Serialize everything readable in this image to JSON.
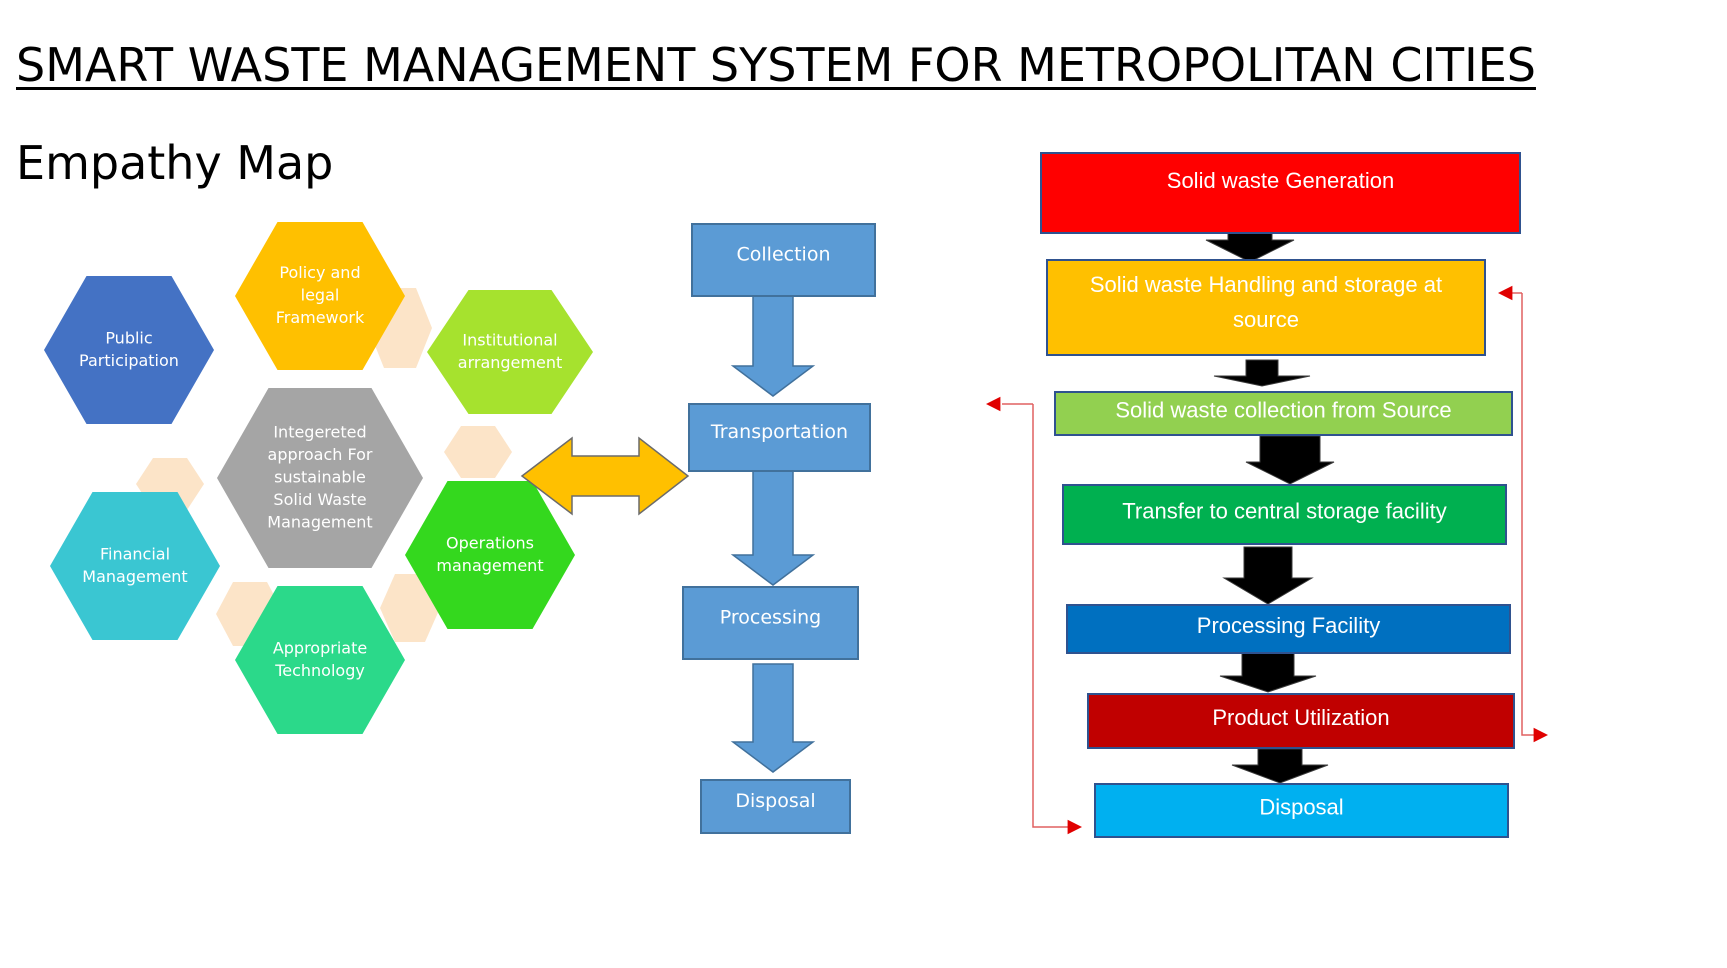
{
  "title": "SMART WASTE MANAGEMENT SYSTEM FOR METROPOLITAN CITIES",
  "subtitle": "Empathy Map",
  "hexagons": [
    {
      "name": "hex-public-participation",
      "lines": [
        "Public",
        "Participation"
      ],
      "color": "#4472C4"
    },
    {
      "name": "hex-policy-legal-framework",
      "lines": [
        "Policy and",
        "legal",
        "Framework"
      ],
      "color": "#FFC000"
    },
    {
      "name": "hex-institutional-arrangement",
      "lines": [
        "Institutional",
        "arrangement"
      ],
      "color": "#A6E22E"
    },
    {
      "name": "hex-integrated-approach",
      "lines": [
        "Integereted",
        "approach For",
        "sustainable",
        "Solid Waste",
        "Management"
      ],
      "color": "#A5A5A5"
    },
    {
      "name": "hex-financial-management",
      "lines": [
        "Financial",
        "Management"
      ],
      "color": "#3AC6D2"
    },
    {
      "name": "hex-operations-management",
      "lines": [
        "Operations",
        "management"
      ],
      "color": "#34D81E"
    },
    {
      "name": "hex-appropriate-technology",
      "lines": [
        "Appropriate",
        "Technology"
      ],
      "color": "#2BD98A"
    }
  ],
  "flow_left": {
    "color": "#5B9BD5",
    "steps": [
      "Collection",
      "Transportation",
      "Processing",
      "Disposal"
    ]
  },
  "flow_right": {
    "steps": [
      {
        "lines": [
          "Solid waste Generation"
        ],
        "color": "#FF0000"
      },
      {
        "lines": [
          "Solid waste Handling and storage at",
          "source"
        ],
        "color": "#FFC000"
      },
      {
        "lines": [
          "Solid waste collection from Source"
        ],
        "color": "#92D050"
      },
      {
        "lines": [
          "Transfer to central storage facility"
        ],
        "color": "#00B050"
      },
      {
        "lines": [
          "Processing Facility"
        ],
        "color": "#0070C0"
      },
      {
        "lines": [
          "Product Utilization"
        ],
        "color": "#C00000"
      },
      {
        "lines": [
          "Disposal"
        ],
        "color": "#00B0F0"
      }
    ]
  },
  "colors": {
    "link_arrow": "#FFC000",
    "feedback_line": "#E06060",
    "down_arrow": "#000000"
  }
}
